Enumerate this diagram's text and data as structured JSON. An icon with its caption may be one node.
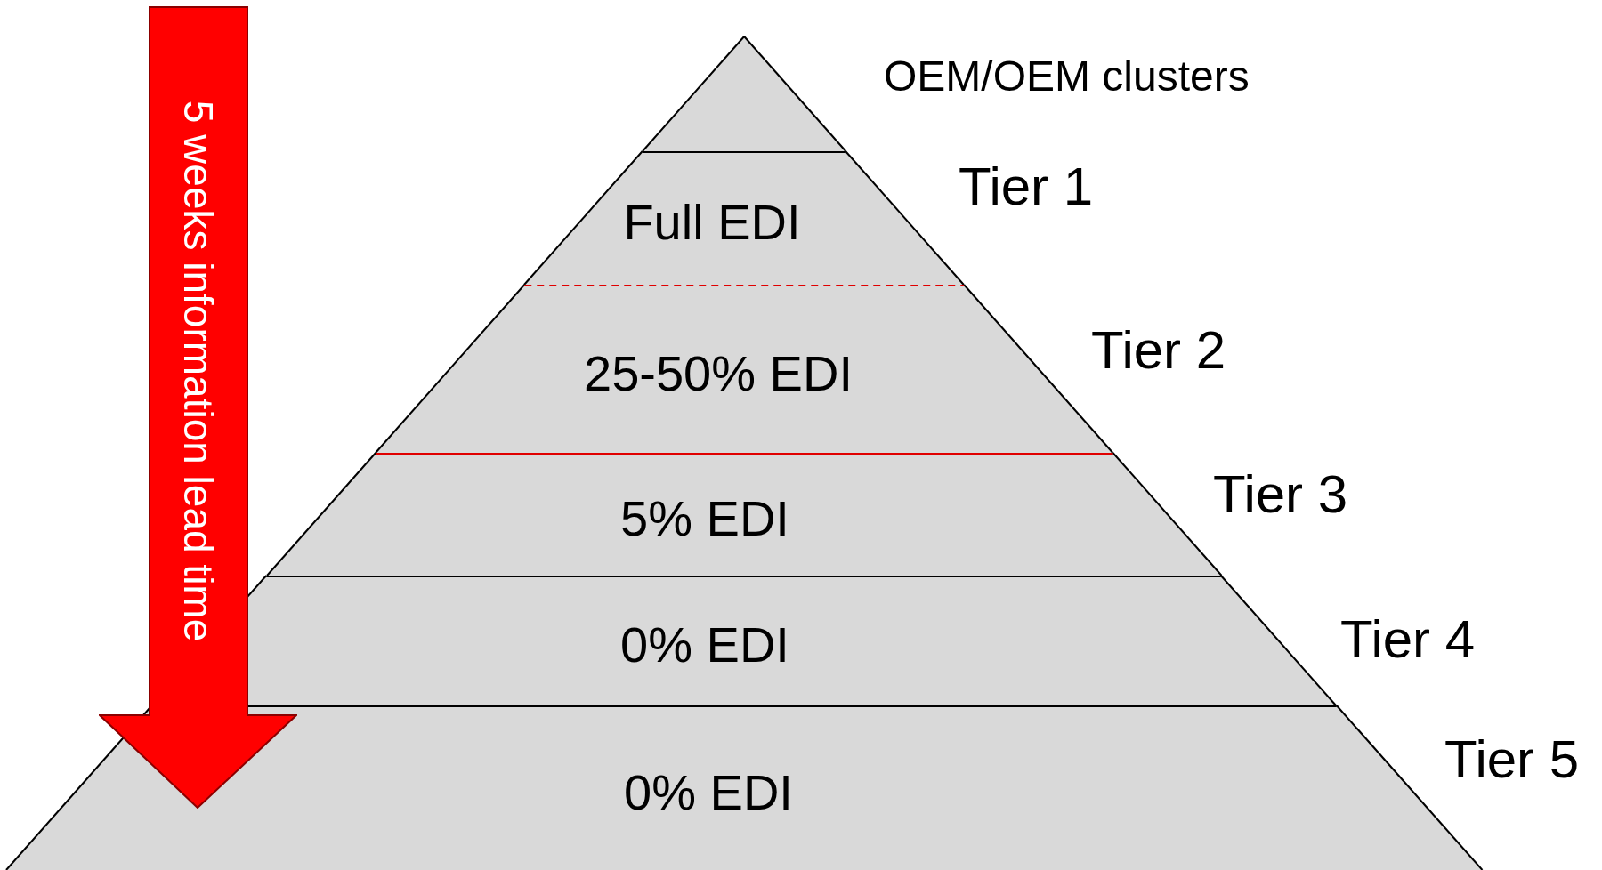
{
  "diagram": {
    "nodes": [
      {
        "text": [],
        "shape": "triangle",
        "beside": [
          "OEM/OEM clusters"
        ]
      },
      {
        "text": [
          "Full EDI"
        ],
        "beside": [
          "Tier 1"
        ]
      },
      {
        "text": [
          "25-50% EDI"
        ],
        "beside": [
          "Tier 2"
        ]
      },
      {
        "text": [
          "5% EDI"
        ],
        "beside": [
          "Tier 3"
        ]
      },
      {
        "text": [
          "0% EDI"
        ],
        "beside": [
          "Tier 4"
        ]
      },
      {
        "text": [
          "0% EDI"
        ],
        "beside": [
          "Tier 5"
        ]
      },
      {
        "text": [
          "5 weeks information lead time"
        ]
      }
    ],
    "edges": []
  }
}
